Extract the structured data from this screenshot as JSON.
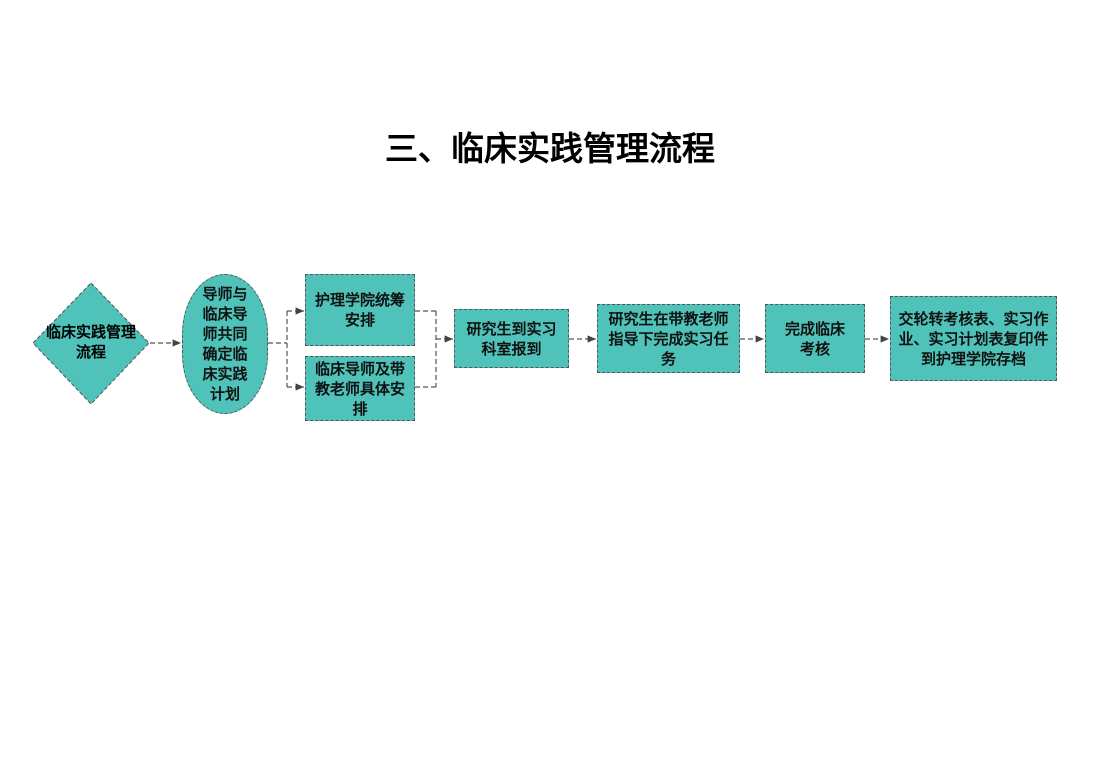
{
  "title": "三、临床实践管理流程",
  "nodes": {
    "start": "临床实践管理流程",
    "plan": "导师与临床导师共同确定临床实践计划",
    "school": "护理学院统筹安排",
    "mentors": "临床导师及带教老师具体安排",
    "report": "研究生到实习科室报到",
    "tasks": "研究生在带教老师指导下完成实习任务",
    "assess": "完成临床考核",
    "archive": "交轮转考核表、实习作业、实习计划表复印件到护理学院存档"
  },
  "colors": {
    "node_fill": "#4fc3b9",
    "connector": "#555555"
  }
}
